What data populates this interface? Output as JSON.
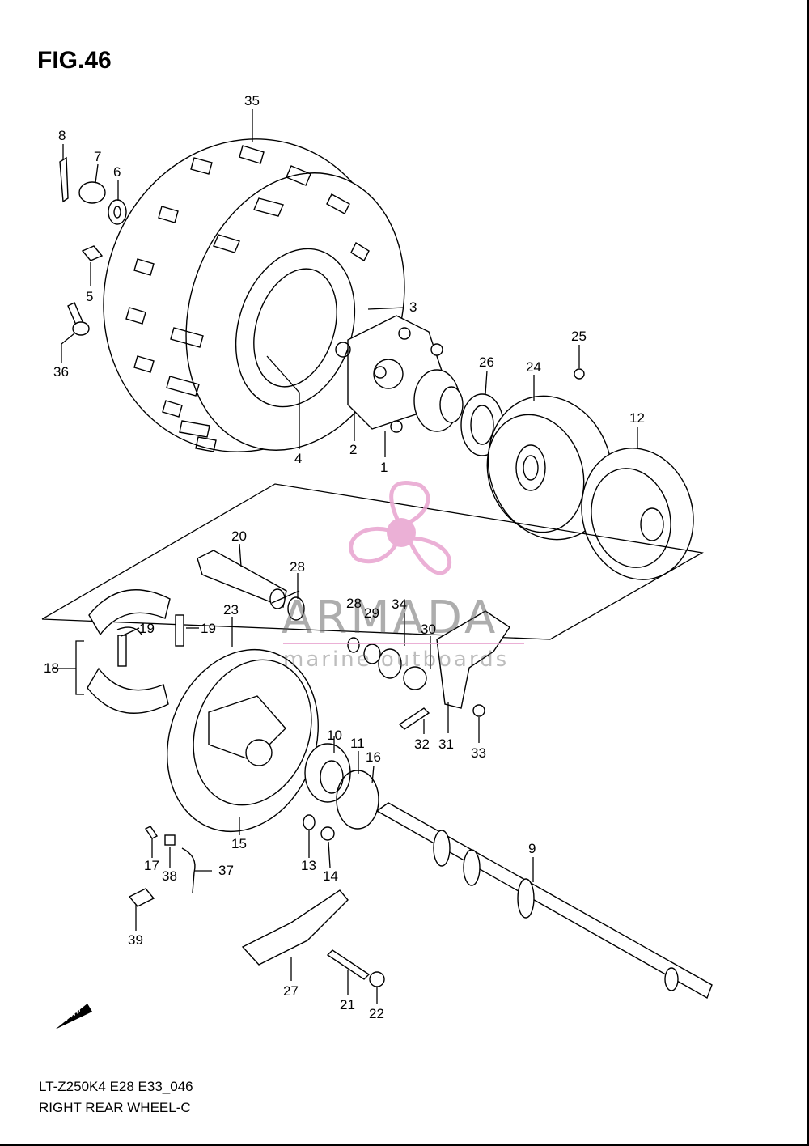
{
  "figure": {
    "title": "FIG.46",
    "model_code": "LT-Z250K4 E28 E33_046",
    "caption": "RIGHT REAR WHEEL-C"
  },
  "watermark": {
    "brand": "ARMADA",
    "tagline": "marine outboards",
    "color": "#e8a3cf"
  },
  "callouts": [
    "35",
    "8",
    "7",
    "6",
    "5",
    "36",
    "3",
    "25",
    "26",
    "24",
    "12",
    "4",
    "2",
    "1",
    "20",
    "28",
    "28",
    "29",
    "34",
    "30",
    "19",
    "19",
    "23",
    "18",
    "10",
    "11",
    "16",
    "32",
    "31",
    "33",
    "9",
    "17",
    "38",
    "37",
    "15",
    "13",
    "14",
    "39",
    "27",
    "21",
    "22"
  ],
  "direction_badge": "FWD"
}
